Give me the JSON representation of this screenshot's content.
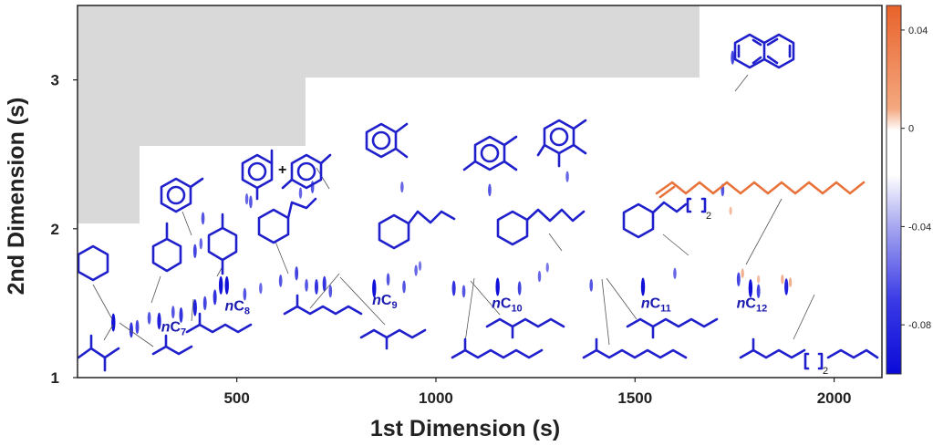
{
  "chart_data": {
    "type": "heatmap",
    "title": "",
    "xlabel": "1st Dimension (s)",
    "ylabel": "2nd Dimension (s)",
    "xlim": [
      100,
      2120
    ],
    "ylim": [
      1.0,
      3.5
    ],
    "xticks": [
      500,
      1000,
      1500,
      2000
    ],
    "yticks": [
      1,
      2,
      3
    ],
    "colorbar": {
      "range": [
        -0.1,
        0.05
      ],
      "ticks": [
        0.04,
        0,
        -0.04,
        -0.08
      ],
      "tick_labels": [
        "0.04",
        "0",
        "-0.04",
        "-0.08"
      ],
      "colors": {
        "positive": "#e8733a",
        "zero": "#ffffff",
        "negative": "#1010d8"
      }
    },
    "excluded_region_color": "#d9d9d9",
    "compound_labels": [
      {
        "prefix": "n",
        "text": "C",
        "sub": "7",
        "x": 310,
        "y": 1.31
      },
      {
        "prefix": "n",
        "text": "C",
        "sub": "8",
        "x": 470,
        "y": 1.45
      },
      {
        "prefix": "n",
        "text": "C",
        "sub": "9",
        "x": 840,
        "y": 1.49
      },
      {
        "prefix": "n",
        "text": "C",
        "sub": "10",
        "x": 1140,
        "y": 1.47
      },
      {
        "prefix": "n",
        "text": "C",
        "sub": "11",
        "x": 1515,
        "y": 1.47
      },
      {
        "prefix": "n",
        "text": "C",
        "sub": "12",
        "x": 1755,
        "y": 1.47
      }
    ],
    "peaks": [
      {
        "x": 190,
        "y": 1.37,
        "v": -0.09
      },
      {
        "x": 235,
        "y": 1.32,
        "v": -0.07
      },
      {
        "x": 250,
        "y": 1.34,
        "v": -0.06
      },
      {
        "x": 280,
        "y": 1.4,
        "v": -0.05
      },
      {
        "x": 305,
        "y": 1.38,
        "v": -0.08
      },
      {
        "x": 340,
        "y": 1.44,
        "v": -0.05
      },
      {
        "x": 360,
        "y": 1.42,
        "v": -0.07
      },
      {
        "x": 395,
        "y": 1.47,
        "v": -0.08
      },
      {
        "x": 420,
        "y": 1.5,
        "v": -0.06
      },
      {
        "x": 445,
        "y": 1.54,
        "v": -0.07
      },
      {
        "x": 460,
        "y": 1.62,
        "v": -0.09
      },
      {
        "x": 475,
        "y": 1.62,
        "v": -0.09
      },
      {
        "x": 520,
        "y": 1.56,
        "v": -0.05
      },
      {
        "x": 560,
        "y": 1.6,
        "v": -0.04
      },
      {
        "x": 610,
        "y": 1.65,
        "v": -0.05
      },
      {
        "x": 650,
        "y": 1.7,
        "v": -0.06
      },
      {
        "x": 675,
        "y": 1.62,
        "v": -0.05
      },
      {
        "x": 700,
        "y": 1.61,
        "v": -0.07
      },
      {
        "x": 720,
        "y": 1.63,
        "v": -0.07
      },
      {
        "x": 735,
        "y": 1.58,
        "v": -0.05
      },
      {
        "x": 845,
        "y": 1.6,
        "v": -0.09
      },
      {
        "x": 880,
        "y": 1.66,
        "v": -0.05
      },
      {
        "x": 920,
        "y": 1.61,
        "v": -0.05
      },
      {
        "x": 950,
        "y": 1.72,
        "v": -0.04
      },
      {
        "x": 1045,
        "y": 1.6,
        "v": -0.07
      },
      {
        "x": 1070,
        "y": 1.58,
        "v": -0.05
      },
      {
        "x": 1155,
        "y": 1.61,
        "v": -0.09
      },
      {
        "x": 1210,
        "y": 1.6,
        "v": -0.06
      },
      {
        "x": 1260,
        "y": 1.68,
        "v": -0.04
      },
      {
        "x": 1390,
        "y": 1.62,
        "v": -0.05
      },
      {
        "x": 1520,
        "y": 1.61,
        "v": -0.09
      },
      {
        "x": 1600,
        "y": 1.7,
        "v": -0.04
      },
      {
        "x": 1760,
        "y": 1.66,
        "v": -0.06
      },
      {
        "x": 1790,
        "y": 1.6,
        "v": -0.09
      },
      {
        "x": 1810,
        "y": 1.58,
        "v": -0.06
      },
      {
        "x": 1880,
        "y": 1.61,
        "v": -0.08
      },
      {
        "x": 1890,
        "y": 1.64,
        "v": 0.03
      },
      {
        "x": 1870,
        "y": 1.66,
        "v": 0.03
      },
      {
        "x": 1810,
        "y": 1.66,
        "v": 0.02
      },
      {
        "x": 1770,
        "y": 1.7,
        "v": 0.03
      },
      {
        "x": 1720,
        "y": 2.26,
        "v": -0.05
      },
      {
        "x": 1740,
        "y": 2.12,
        "v": 0.02
      },
      {
        "x": 1745,
        "y": 3.15,
        "v": -0.06
      },
      {
        "x": 1330,
        "y": 2.35,
        "v": -0.04
      },
      {
        "x": 1135,
        "y": 2.26,
        "v": -0.05
      },
      {
        "x": 915,
        "y": 2.28,
        "v": -0.04
      },
      {
        "x": 690,
        "y": 2.28,
        "v": -0.05
      },
      {
        "x": 660,
        "y": 2.24,
        "v": -0.04
      },
      {
        "x": 535,
        "y": 2.18,
        "v": -0.05
      },
      {
        "x": 525,
        "y": 2.2,
        "v": -0.04
      },
      {
        "x": 415,
        "y": 2.07,
        "v": -0.05
      },
      {
        "x": 410,
        "y": 1.9,
        "v": -0.04
      },
      {
        "x": 395,
        "y": 1.85,
        "v": -0.06
      },
      {
        "x": 960,
        "y": 1.75,
        "v": -0.03
      },
      {
        "x": 1280,
        "y": 1.74,
        "v": -0.03
      }
    ]
  }
}
